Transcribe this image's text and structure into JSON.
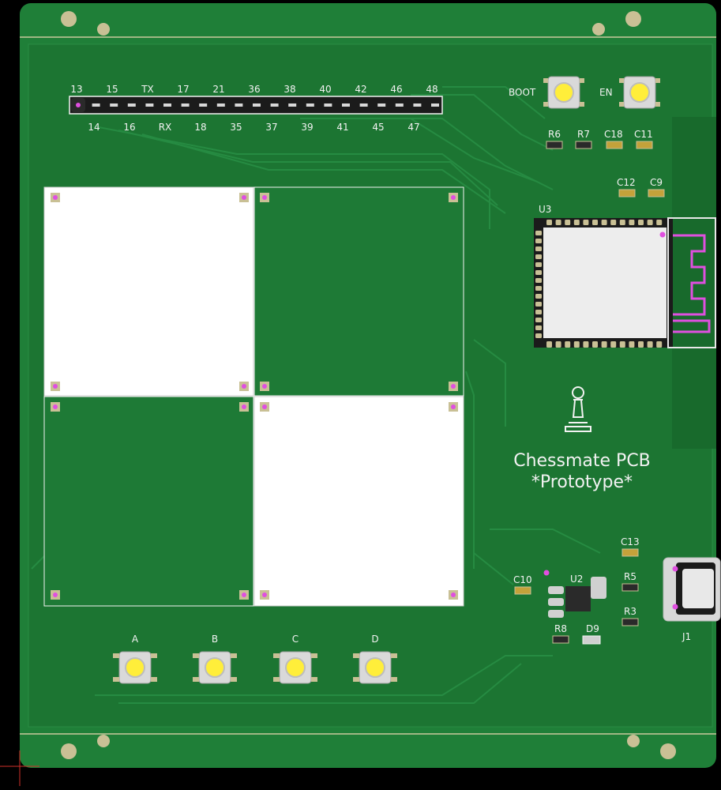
{
  "board": {
    "title": "Chessmate PCB",
    "subtitle": "*Prototype*",
    "colors": {
      "background": "#000000",
      "board": "#1c7a35",
      "board_inner": "#1a6f30",
      "border": "#2f8e46",
      "pad_gold": "#c9c095",
      "silkscreen": "#f2f2f2",
      "button_yellow": "#ffee3a",
      "antenna": "#e04fe0"
    }
  },
  "header": {
    "top_labels": [
      "13",
      "15",
      "TX",
      "17",
      "21",
      "36",
      "38",
      "40",
      "42",
      "46",
      "48"
    ],
    "bottom_labels": [
      "14",
      "16",
      "RX",
      "18",
      "35",
      "37",
      "39",
      "41",
      "45",
      "47"
    ]
  },
  "buttons_top": {
    "boot": "BOOT",
    "en": "EN"
  },
  "components": {
    "r6": "R6",
    "r7": "R7",
    "c18": "C18",
    "c11": "C11",
    "c12": "C12",
    "c9": "C9",
    "u3": "U3",
    "c13": "C13",
    "u2": "U2",
    "c10": "C10",
    "r5": "R5",
    "r3": "R3",
    "r8": "R8",
    "d9": "D9",
    "j1": "J1"
  },
  "buttons_bottom": [
    "A",
    "B",
    "C",
    "D"
  ],
  "icons": {
    "pawn": "chess-pawn-icon"
  }
}
